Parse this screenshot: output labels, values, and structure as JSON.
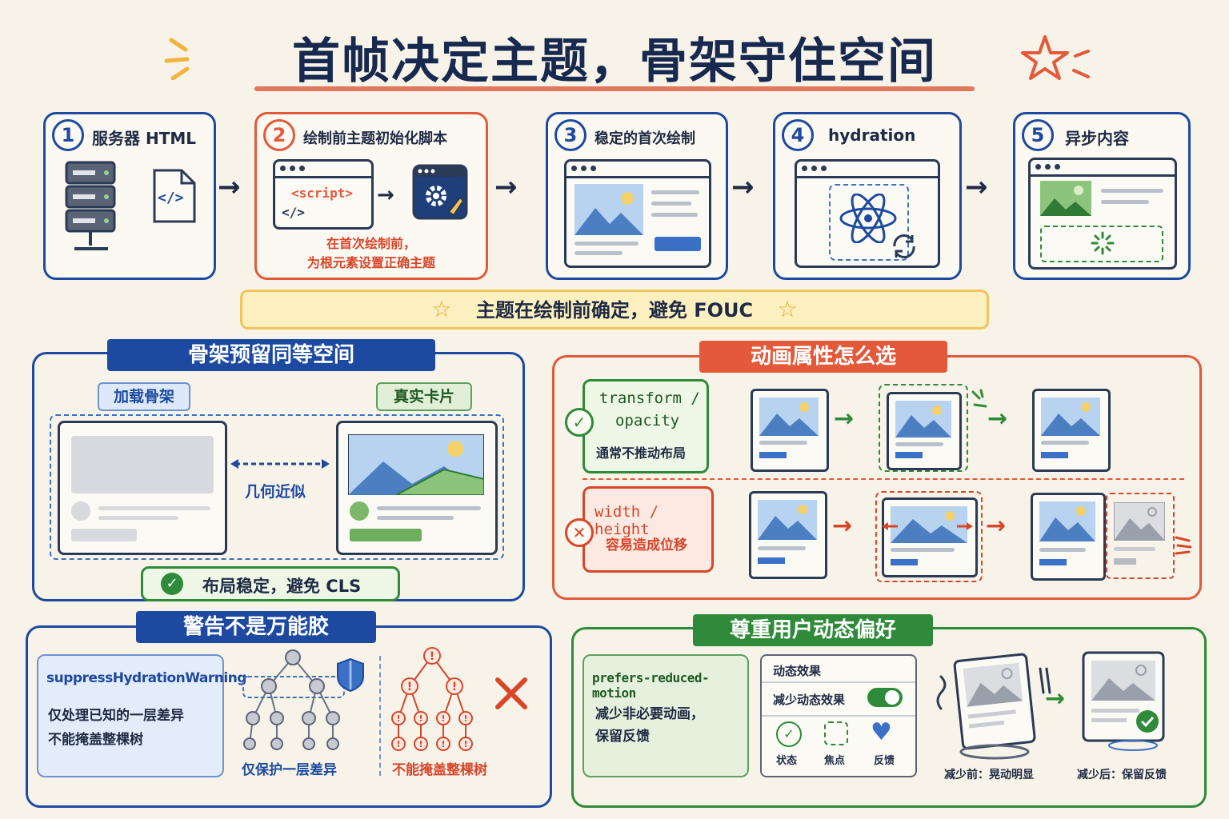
{
  "title": "首帧决定主题，骨架守住空间",
  "steps": [
    {
      "num": "1",
      "title": "服务器 HTML"
    },
    {
      "num": "2",
      "title": "绘制前主题初始化脚本",
      "code1": "<script>",
      "code2": "</>",
      "note1": "在首次绘制前，",
      "note2": "为根元素设置正确主题"
    },
    {
      "num": "3",
      "title": "稳定的首次绘制"
    },
    {
      "num": "4",
      "title": "hydration"
    },
    {
      "num": "5",
      "title": "异步内容"
    }
  ],
  "server_code_glyph": "</>",
  "banner": "主题在绘制前确定，避免 FOUC",
  "skeleton": {
    "ribbon": "骨架预留同等空间",
    "loading_tag": "加载骨架",
    "real_tag": "真实卡片",
    "middle_label": "几何近似",
    "result": "布局稳定，避免 CLS"
  },
  "animation": {
    "ribbon": "动画属性怎么选",
    "good_title1": "transform /",
    "good_title2": "opacity",
    "good_desc": "通常不推动布局",
    "bad_title": "width / height",
    "bad_desc": "容易造成位移"
  },
  "warning": {
    "ribbon": "警告不是万能胶",
    "code": "suppressHydrationWarning",
    "line1": "仅处理已知的一层差异",
    "line2": "不能掩盖整棵树",
    "left_caption": "仅保护一层差异",
    "right_caption": "不能掩盖整棵树"
  },
  "motion": {
    "ribbon": "尊重用户动态偏好",
    "code": "prefers-reduced-motion",
    "line1": "减少非必要动画，",
    "line2": "保留反馈",
    "settings_title": "动态效果",
    "settings_toggle_label": "减少动态效果",
    "icon_labels": [
      "状态",
      "焦点",
      "反馈"
    ],
    "before_caption": "减少前：晃动明显",
    "after_caption": "减少后：保留反馈"
  },
  "colors": {
    "blue": "#1d4aa0",
    "orange": "#e3593a",
    "green": "#2f8a3a",
    "red": "#d8462a",
    "yellow": "#f1c55a"
  }
}
